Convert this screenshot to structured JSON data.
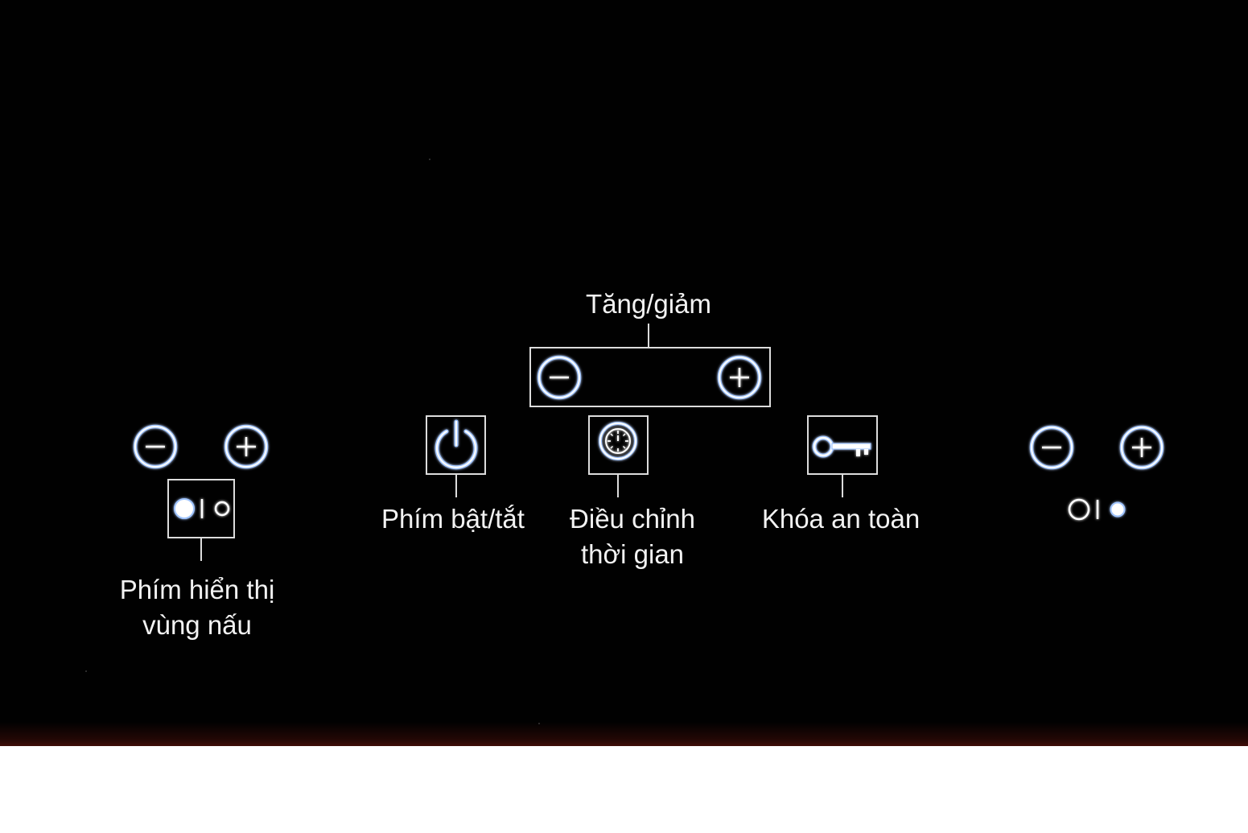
{
  "labels": {
    "adjust": "Tăng/giảm",
    "power": "Phím bật/tắt",
    "timer_line1": "Điều chỉnh",
    "timer_line2": "thời gian",
    "lock": "Khóa an toàn",
    "zone_line1": "Phím hiển thị",
    "zone_line2": "vùng nấu"
  },
  "icons": {
    "minus": "minus-circle-icon",
    "plus": "plus-circle-icon",
    "power": "power-icon",
    "timer": "timer-icon",
    "lock": "key-icon",
    "zone_left": "zone-left-selected-icon",
    "zone_right": "zone-right-selected-icon"
  },
  "colors": {
    "panel": "#010101",
    "icon_glow": "#9fc4ff",
    "icon_core": "#ffffff",
    "text": "#f2f2f2",
    "frame": "#dcdcdc"
  }
}
